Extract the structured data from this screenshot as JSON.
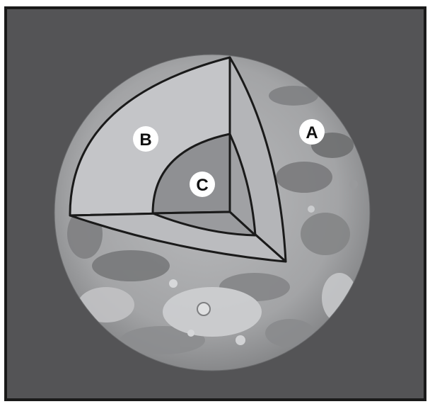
{
  "diagram": {
    "labels": {
      "outer": "A",
      "mantle": "B",
      "core": "C"
    },
    "colors": {
      "background": "#545456",
      "frame": "#1a1a1a",
      "mantle_face": "#c4c5c8",
      "mantle_side": "#b4b5b8",
      "core_face": "#8f9093",
      "core_side": "#a0a1a4",
      "core_bottom": "#9a9b9e",
      "label_circle": "#ffffff",
      "outline": "#1a1a1a"
    }
  }
}
